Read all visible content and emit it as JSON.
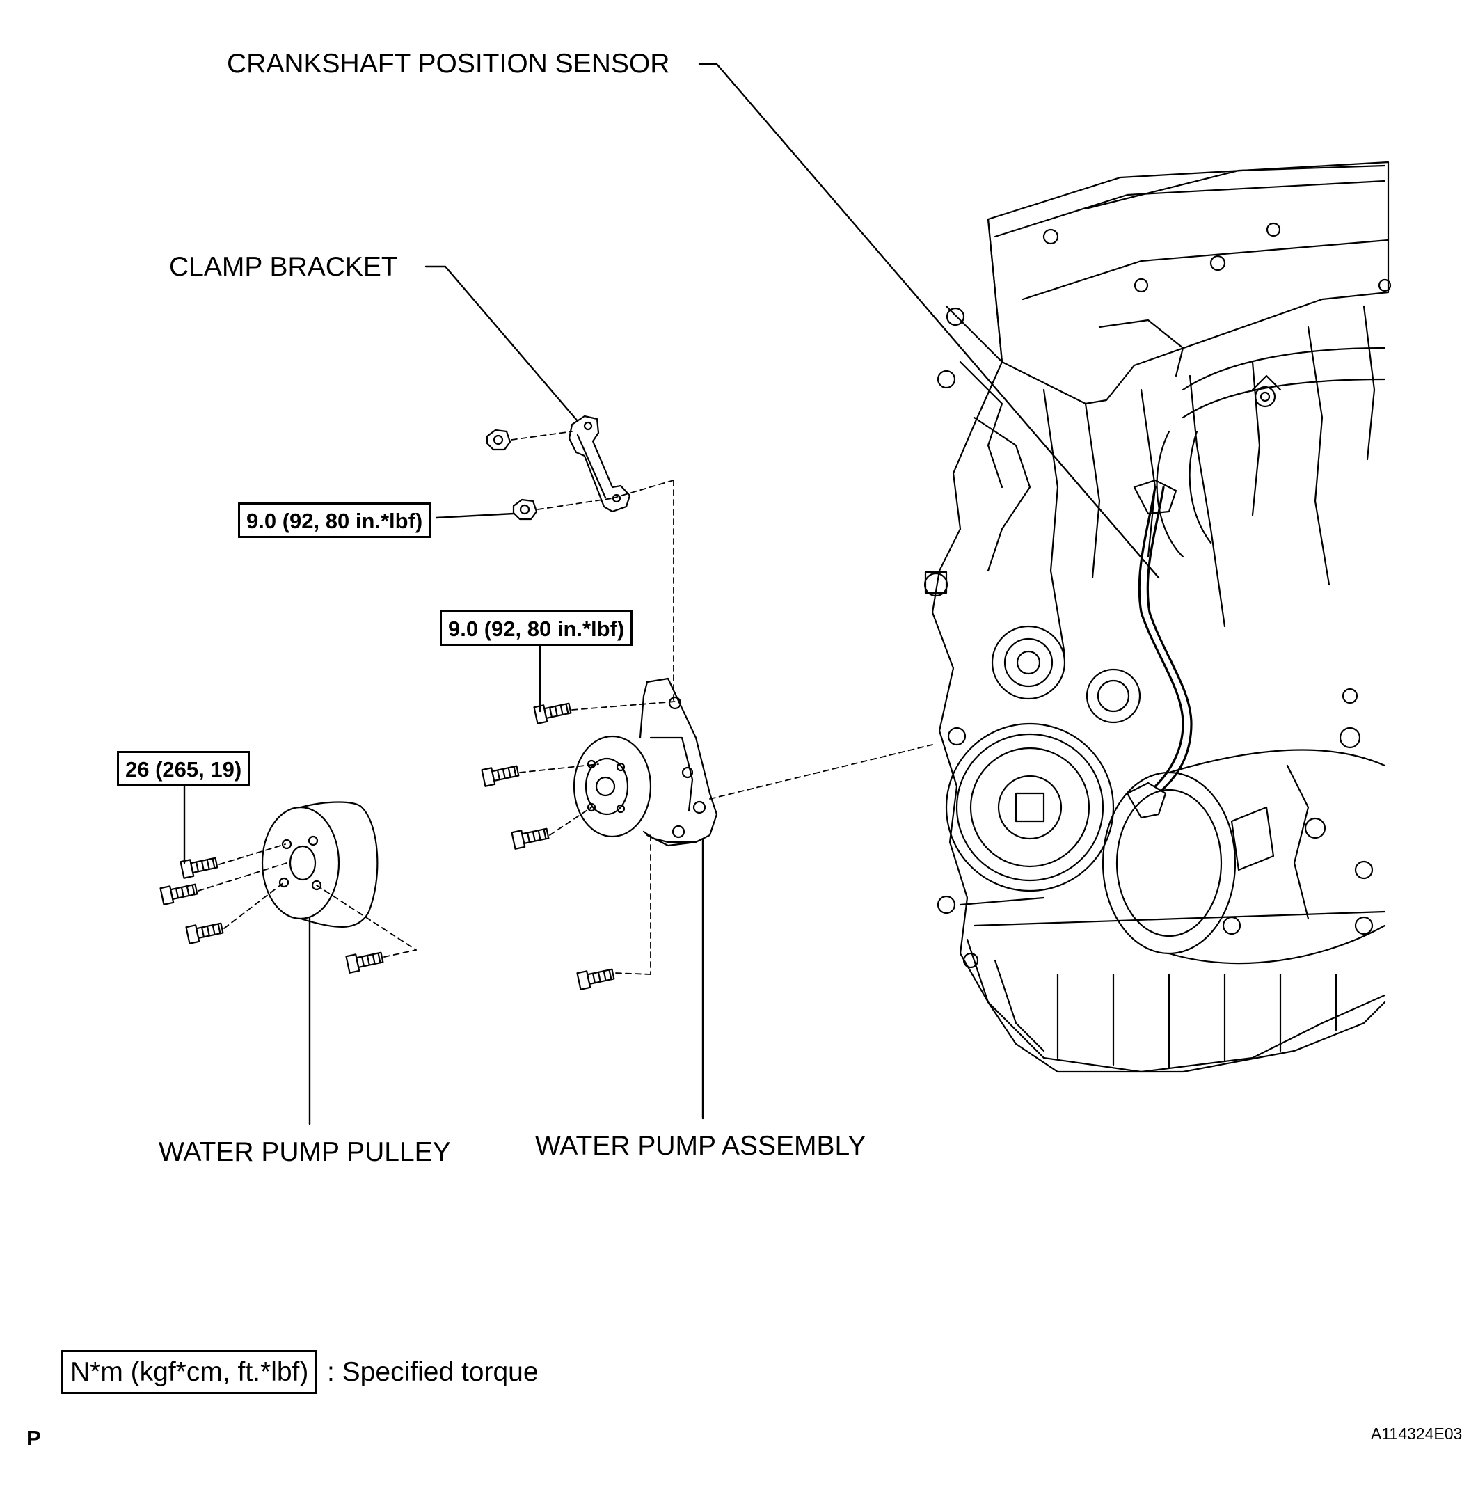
{
  "labels": {
    "crankshaft_sensor": "CRANKSHAFT POSITION SENSOR",
    "clamp_bracket": "CLAMP BRACKET",
    "water_pump_pulley": "WATER PUMP PULLEY",
    "water_pump_assembly": "WATER PUMP ASSEMBLY"
  },
  "torques": {
    "clamp_bracket_nut": "9.0 (92, 80 in.*lbf)",
    "water_pump_bolt": "9.0 (92, 80 in.*lbf)",
    "pulley_bolt": "26 (265, 19)"
  },
  "legend": {
    "unit_box": "N*m (kgf*cm, ft.*lbf)",
    "description": ": Specified torque"
  },
  "footer": {
    "left_mark": "P",
    "figure_id": "A114324E03"
  }
}
